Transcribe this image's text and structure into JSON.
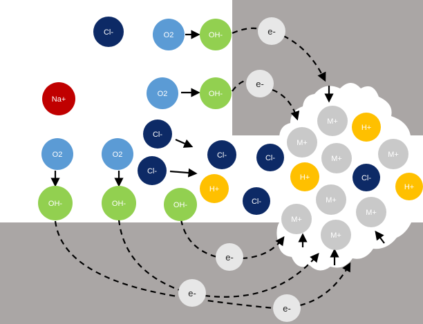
{
  "colors": {
    "background": "#ffffff",
    "metal": "#aaa6a5",
    "chloride": "#0d2a66",
    "oxygen": "#5b9bd5",
    "hydroxide": "#92d050",
    "sodium": "#c00000",
    "hydrogen": "#ffc000",
    "metal_ion": "#c9c9c9",
    "electron": "#e7e7e7",
    "label_light": "#ffffff",
    "label_dark": "#222222",
    "arrow": "#000000"
  },
  "labels": {
    "cl": "Cl-",
    "o2": "O2",
    "oh": "OH-",
    "na": "Na+",
    "h": "H+",
    "m": "M+",
    "e": "e-"
  }
}
